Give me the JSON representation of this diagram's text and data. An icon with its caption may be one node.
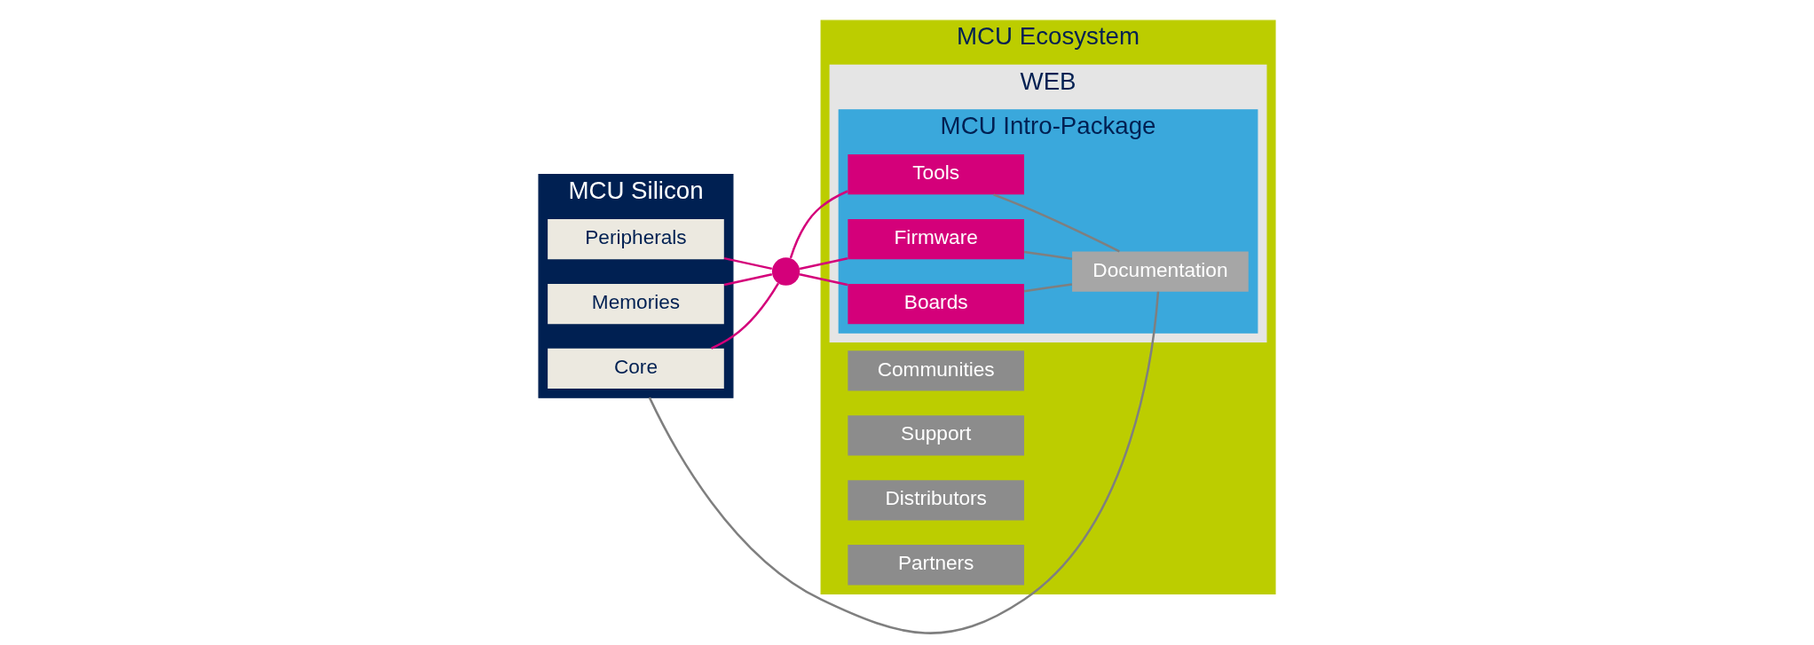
{
  "diagram": {
    "nodes": [
      {
        "text": [
          "MCU Silicon"
        ]
      },
      {
        "text": [
          "Core"
        ],
        "in": 0
      },
      {
        "text": [
          "Memories"
        ],
        "in": 0
      },
      {
        "text": [
          "Peripherals"
        ],
        "in": 0
      },
      {
        "text": [],
        "shape": "circle"
      },
      {
        "text": [
          "MCU Ecosystem"
        ]
      },
      {
        "text": [
          "WEB"
        ],
        "in": 5
      },
      {
        "text": [
          "MCU Intro-Package"
        ],
        "in": 6
      },
      {
        "text": [
          "Tools"
        ],
        "in": 7
      },
      {
        "text": [
          "Firmware"
        ],
        "in": 7
      },
      {
        "text": [
          "Boards"
        ],
        "in": 7
      },
      {
        "text": [
          "Documentation"
        ],
        "in": 7
      },
      {
        "text": [
          "Communities"
        ],
        "in": 5
      },
      {
        "text": [
          "Support"
        ],
        "in": 5
      },
      {
        "text": [
          "Distributors"
        ],
        "in": 5
      },
      {
        "text": [
          "Partners"
        ],
        "in": 5
      }
    ],
    "edges": [
      {
        "from": 0,
        "to": 11,
        "arrow": "none",
        "color": "#7f7f7f"
      },
      {
        "from": 1,
        "to": 4,
        "arrow": "none"
      },
      {
        "from": 2,
        "to": 4,
        "arrow": "none"
      },
      {
        "from": 3,
        "to": 4,
        "arrow": "none"
      },
      {
        "from": 4,
        "to": 8,
        "arrow": "none"
      },
      {
        "from": 4,
        "to": 9,
        "arrow": "none"
      },
      {
        "from": 4,
        "to": 10,
        "arrow": "none"
      },
      {
        "from": 8,
        "to": 11,
        "arrow": "none",
        "color": "#7f7f7f"
      },
      {
        "from": 9,
        "to": 11,
        "arrow": "none",
        "color": "#7f7f7f"
      },
      {
        "from": 10,
        "to": 11,
        "arrow": "none",
        "color": "#7f7f7f"
      }
    ]
  }
}
